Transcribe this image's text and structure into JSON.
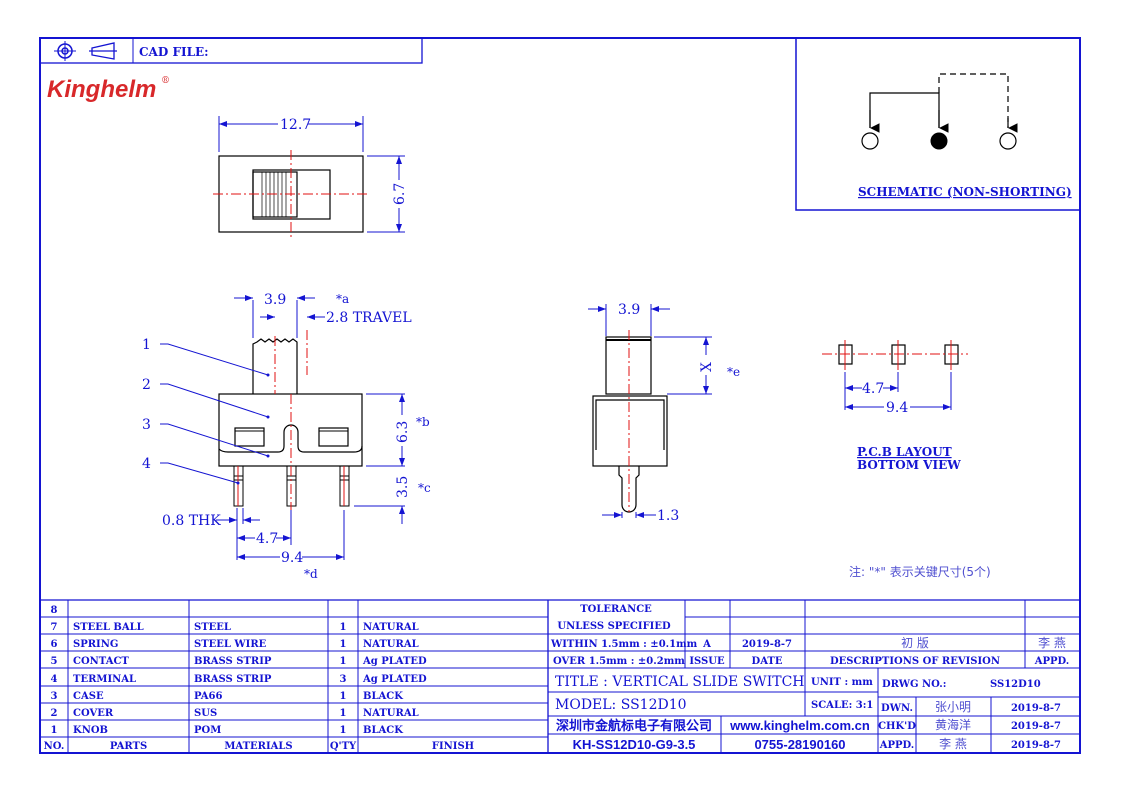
{
  "header": {
    "cad_file_label": "CAD FILE:",
    "logo": "Kinghelm",
    "registered": "®"
  },
  "schematic": {
    "title": "SCHEMATIC (NON-SHORTING)"
  },
  "top_view": {
    "width_dim": "12.7",
    "height_dim": "6.7"
  },
  "front_view": {
    "knob_dim": "3.9",
    "travel_dim": "2.8 TRAVEL",
    "mark_a": "*a",
    "height_dim": "6.3",
    "mark_b": "*b",
    "pin_dim": "3.5",
    "mark_c": "*c",
    "thk_dim": "0.8 THK",
    "pitch_dim": "4.7",
    "span_dim": "9.4",
    "mark_d": "*d",
    "callouts": [
      "1",
      "2",
      "3",
      "4"
    ]
  },
  "side_view": {
    "knob_dim": "3.9",
    "x_dim": "X",
    "mark_e": "*e",
    "pin_dim": "1.3"
  },
  "pcb_layout": {
    "pitch_dim": "4.7",
    "span_dim": "9.4",
    "title_line1": "P.C.B LAYOUT",
    "title_line2": "BOTTOM VIEW"
  },
  "note": "注: \"*\" 表示关键尺寸(5个)",
  "bom": {
    "headers": [
      "NO.",
      "PARTS",
      "MATERIALS",
      "Q'TY",
      "FINISH"
    ],
    "rows": [
      [
        "8",
        "",
        "",
        "",
        ""
      ],
      [
        "7",
        "STEEL BALL",
        "STEEL",
        "1",
        "NATURAL"
      ],
      [
        "6",
        "SPRING",
        "STEEL WIRE",
        "1",
        "NATURAL"
      ],
      [
        "5",
        "CONTACT",
        "BRASS STRIP",
        "1",
        "Ag PLATED"
      ],
      [
        "4",
        "TERMINAL",
        "BRASS STRIP",
        "3",
        "Ag PLATED"
      ],
      [
        "3",
        "CASE",
        "PA66",
        "1",
        "BLACK"
      ],
      [
        "2",
        "COVER",
        "SUS",
        "1",
        "NATURAL"
      ],
      [
        "1",
        "KNOB",
        "POM",
        "1",
        "BLACK"
      ]
    ]
  },
  "title_block": {
    "tolerance_1": "TOLERANCE",
    "tolerance_2": "UNLESS  SPECIFIED",
    "within": "WITHIN 1.5mm : ±0.1mm",
    "over": "OVER 1.5mm : ±0.2mm",
    "issue": "A",
    "issue_date": "2019-8-7",
    "revision_desc": "初 版",
    "revision_appd": "李 燕",
    "issue_label": "ISSUE",
    "date_label": "DATE",
    "desc_label": "DESCRIPTIONS OF REVISION",
    "appd_label": "APPD.",
    "title": "TITLE :  VERTICAL SLIDE SWITCH",
    "unit": "UNIT :  mm",
    "model": "MODEL:  SS12D10",
    "scale": "SCALE:  3:1",
    "drwg_label": "DRWG NO.:",
    "drwg_no": "SS12D10",
    "company": "深圳市金航标电子有限公司",
    "website": "www.kinghelm.com.cn",
    "part_no": "KH-SS12D10-G9-3.5",
    "phone": "0755-28190160",
    "signoffs": [
      {
        "role": "DWN.",
        "name": "张小明",
        "date": "2019-8-7"
      },
      {
        "role": "CHK'D",
        "name": "黄海洋",
        "date": "2019-8-7"
      },
      {
        "role": "APPD.",
        "name": "李 燕",
        "date": "2019-8-7"
      }
    ]
  }
}
